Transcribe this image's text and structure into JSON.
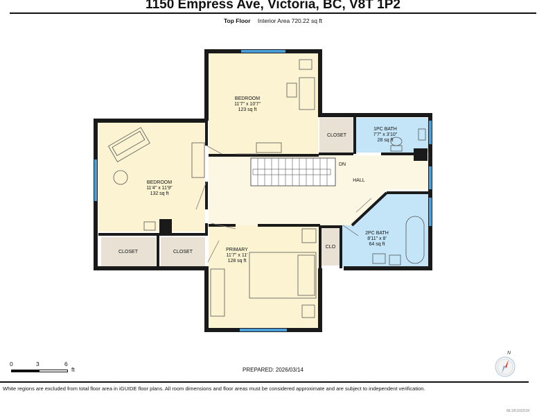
{
  "header": {
    "address": "1150 Empress Ave, Victoria, BC, V8T 1P2",
    "level": "Top Floor",
    "interior_area": "Interior Area 720.22 sq ft"
  },
  "rooms": {
    "bedroom_top": {
      "name": "BEDROOM",
      "dims": "11'7\" x 10'7\"",
      "area": "123 sq ft"
    },
    "bedroom_left": {
      "name": "BEDROOM",
      "dims": "11'4\" x 11'9\"",
      "area": "132 sq ft"
    },
    "primary": {
      "name": "PRIMARY",
      "dims": "11'7\" x 11'",
      "area": "128 sq ft"
    },
    "bath_1pc": {
      "name": "1PC BATH",
      "dims": "7'7\" x 3'10\"",
      "area": "28 sq ft"
    },
    "bath_2pc": {
      "name": "2PC BATH",
      "dims": "8'11\" x 8'",
      "area": "64 sq ft"
    },
    "closet_top": "CLOSET",
    "closet_a": "CLOSET",
    "closet_b": "CLOSET",
    "clo": "CLO",
    "hall": "HALL",
    "stairs_dn": "DN"
  },
  "scale": {
    "ticks": [
      "0",
      "3",
      "6"
    ],
    "unit": "ft"
  },
  "prepared": "PREPARED: 2026/03/14",
  "disclaimer": "White regions are excluded from total floor area in iGUIDE floor plans. All room dimensions and floor areas must be considered approximate and are subject to independent verification.",
  "compass_label": "N",
  "watermark": "MLS®1032630",
  "colors": {
    "room_fill": "#fbf3d2",
    "hall_fill": "#fcf7e3",
    "closet_fill": "#e8e1d4",
    "bath_fill": "#c3e5f7",
    "wall": "#1a1a1a",
    "window": "#4a9fd8"
  }
}
